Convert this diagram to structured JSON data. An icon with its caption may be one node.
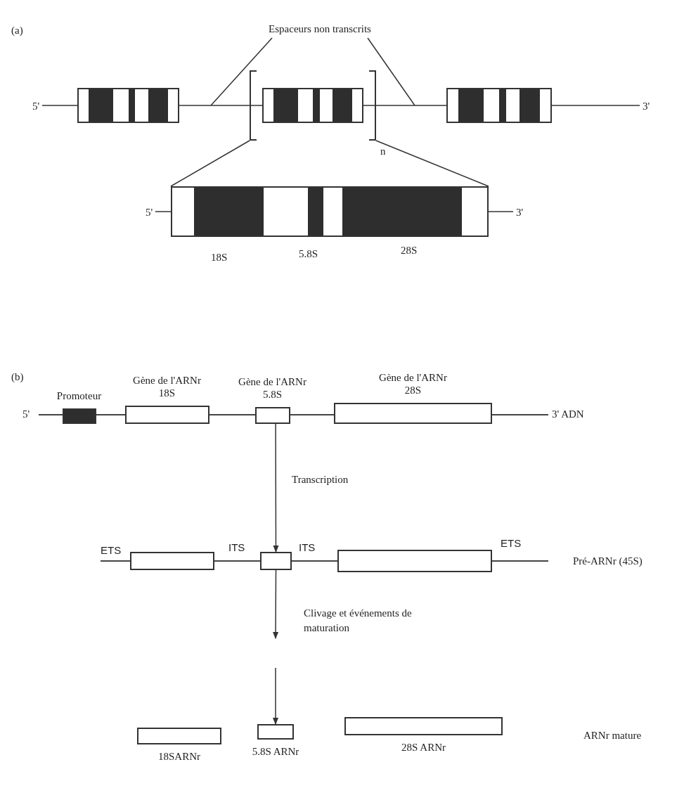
{
  "diagram": {
    "nodes": [
      {
        "text": [
          "Espaceurs non transcrits"
        ]
      },
      {
        "text": [],
        "shape": "box"
      },
      {
        "text": [],
        "shape": "box"
      },
      {
        "text": [],
        "shape": "box"
      },
      {
        "text": [],
        "shape": "box"
      },
      {
        "text": [
          "Promoteur"
        ]
      },
      {
        "text": [
          "Gène de l'ARNr 18S"
        ]
      },
      {
        "text": [
          "Gène de l'ARNr 5.8S"
        ]
      },
      {
        "text": [
          "Gène de l'ARNr 28S"
        ]
      },
      {
        "text": [],
        "shape": "box"
      },
      {
        "text": [],
        "shape": "box"
      },
      {
        "text": [],
        "shape": "box"
      },
      {
        "text": [
          "18SARNr"
        ]
      },
      {
        "text": [
          "5.8S ARNr"
        ]
      },
      {
        "text": [
          "28S ARNr"
        ]
      },
      {
        "text": [
          "5'"
        ]
      },
      {
        "text": [
          "3'"
        ]
      },
      {
        "text": [
          "5'"
        ]
      },
      {
        "text": [
          "3'"
        ]
      }
    ],
    "edges": [
      {
        "from": 0,
        "to": null,
        "arrow": "none"
      },
      {
        "from": 0,
        "to": null,
        "arrow": "none"
      },
      {
        "from": 2,
        "to": 4,
        "arrow": "none"
      },
      {
        "from": 2,
        "to": 4,
        "arrow": "none"
      },
      {
        "from": 7,
        "to": 10,
        "arrow": "to",
        "label": "Transcription"
      },
      {
        "from": 10,
        "to": null,
        "arrow": "to",
        "label": "Clivage et événements de maturation"
      },
      {
        "from": null,
        "to": 13,
        "arrow": "to"
      },
      {
        "from": 15,
        "to": 1,
        "arrow": "none"
      },
      {
        "from": 1,
        "to": 2,
        "arrow": "none"
      },
      {
        "from": 2,
        "to": 3,
        "arrow": "none"
      },
      {
        "from": 3,
        "to": 16,
        "arrow": "none"
      },
      {
        "from": 17,
        "to": 4,
        "arrow": "none"
      },
      {
        "from": 4,
        "to": 18,
        "arrow": "none"
      }
    ],
    "labels": [
      "(a)",
      "n",
      "18S",
      "5.8S",
      "28S",
      "(b)",
      "5'",
      "3' ADN",
      "ETS",
      "ITS",
      "ITS",
      "ETS",
      "Pré-ARNr (45S)",
      "ARNr mature"
    ]
  }
}
